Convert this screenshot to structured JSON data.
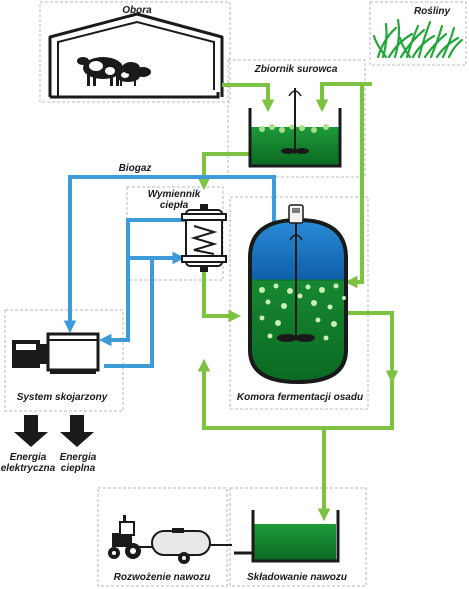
{
  "labels": {
    "obora": "Obora",
    "rosliny": "Rośliny",
    "zbiornik": "Zbiornik surowca",
    "biogaz": "Biogaz",
    "wymiennik_1": "Wymiennik",
    "wymiennik_2": "ciepła",
    "komora": "Komora fermentacji osadu",
    "system": "System skojarzony",
    "energia_el_1": "Energia",
    "energia_el_2": "elektryczna",
    "energia_ciepl_1": "Energia",
    "energia_ciepl_2": "cieplna",
    "rozwozenie": "Rozwożenie nawozu",
    "skladowanie": "Składowanie nawozu"
  },
  "colors": {
    "green_flow": "#7ec242",
    "blue_flow": "#3c9bd8",
    "digestate_green": "#138a2c",
    "gas_blue": "#1d78c1",
    "dark": "#1a1a1a"
  }
}
